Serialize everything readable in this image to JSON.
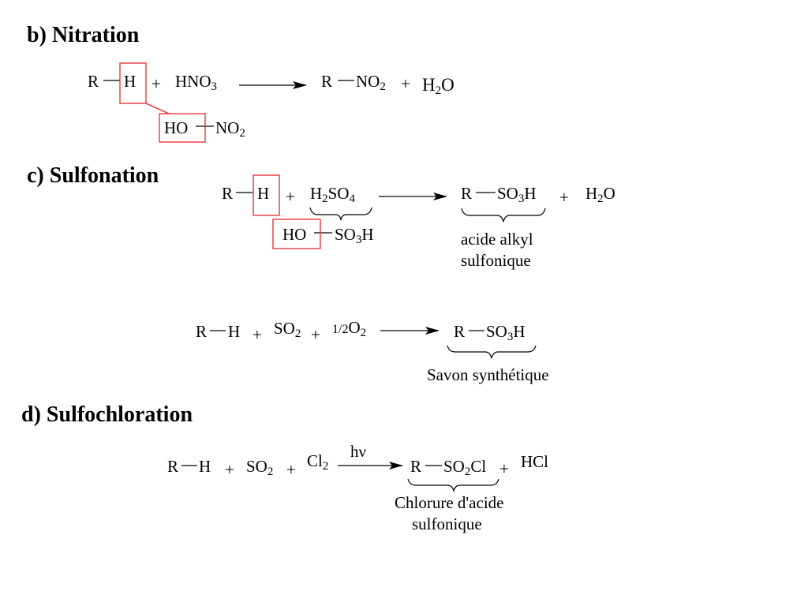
{
  "sections": {
    "nitration": {
      "title": "b) Nitration",
      "r": "R",
      "h": "H",
      "plus": "+",
      "reagent_main": "HNO",
      "reagent_sub": "3",
      "prod_r": "R",
      "prod_main": "NO",
      "prod_sub": "2",
      "water_pre": "H",
      "water_sub": "2",
      "water_post": "O",
      "split_left": "HO",
      "split_right_main": "NO",
      "split_right_sub": "2"
    },
    "sulfonation": {
      "title": "c) Sulfonation",
      "r": "R",
      "h": "H",
      "plus": "+",
      "reagent_pre": "H",
      "reagent_sub1": "2",
      "reagent_mid": "SO",
      "reagent_sub2": "4",
      "prod_r": "R",
      "prod_pre": "SO",
      "prod_sub": "3",
      "prod_post": "H",
      "water_pre": "H",
      "water_sub": "2",
      "water_post": "O",
      "split_left": "HO",
      "split_right_pre": "SO",
      "split_right_sub": "3",
      "split_right_post": "H",
      "product_name_line1": "acide alkyl",
      "product_name_line2": "sulfonique"
    },
    "sulfonation2": {
      "r": "R",
      "h": "H",
      "plus": "+",
      "so2_main": "SO",
      "so2_sub": "2",
      "o2_coef": "1/2",
      "o2_main": "O",
      "o2_sub": "2",
      "prod_r": "R",
      "prod_pre": "SO",
      "prod_sub": "3",
      "prod_post": "H",
      "product_name": "Savon synthétique"
    },
    "sulfochloration": {
      "title": "d) Sulfochloration",
      "r": "R",
      "h": "H",
      "plus": "+",
      "so2_main": "SO",
      "so2_sub": "2",
      "cl2_main": "Cl",
      "cl2_sub": "2",
      "condition": "hν",
      "prod_r": "R",
      "prod_pre": "SO",
      "prod_sub": "2",
      "prod_post": "Cl",
      "byproduct": "HCl",
      "product_name_line1": "Chlorure d'acide",
      "product_name_line2": "sulfonique"
    }
  },
  "colors": {
    "highlight_box": "#e8272b",
    "text": "#000000"
  }
}
